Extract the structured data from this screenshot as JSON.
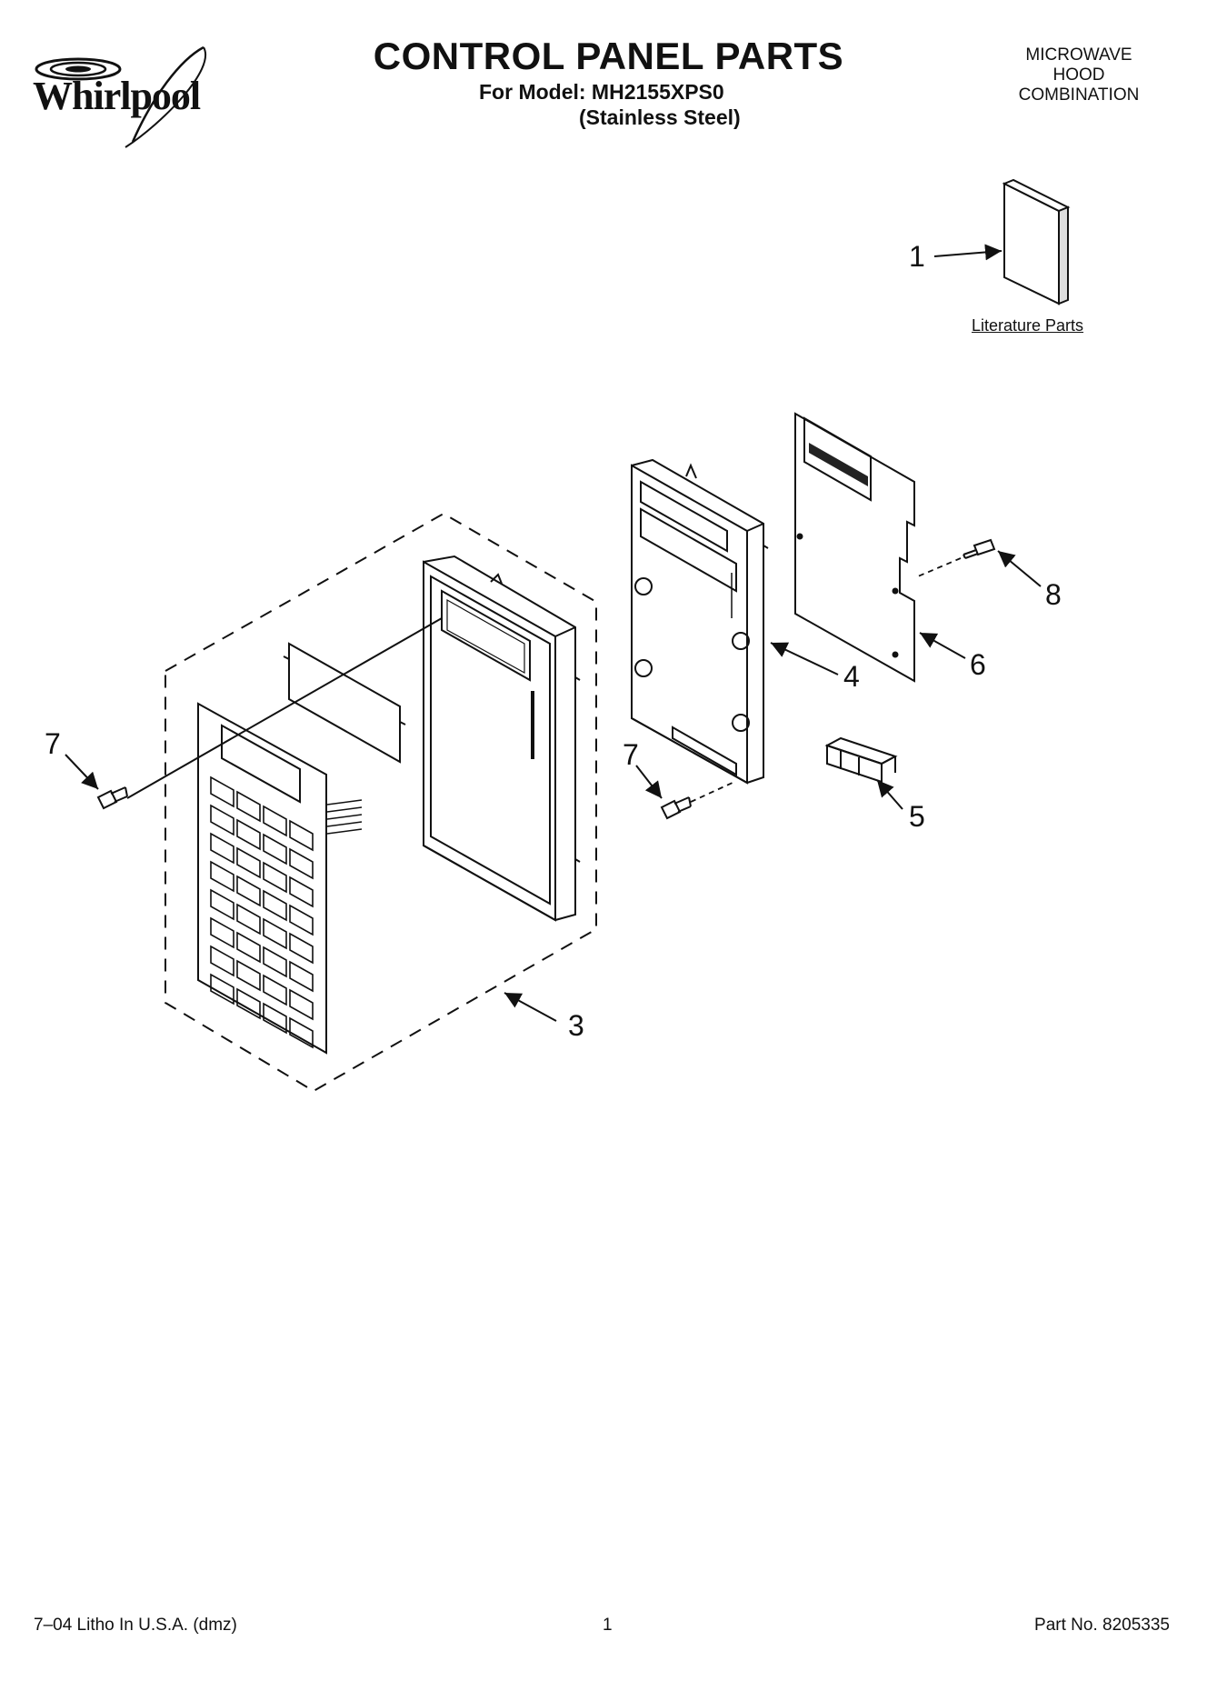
{
  "header": {
    "brand": "Whirlpool",
    "title": "CONTROL PANEL PARTS",
    "model_line": "For Model: MH2155XPS0",
    "finish_line": "(Stainless Steel)",
    "product_type": [
      "MICROWAVE",
      "HOOD",
      "COMBINATION"
    ]
  },
  "diagram": {
    "literature_label": "Literature Parts",
    "callouts": {
      "c1": "1",
      "c3": "3",
      "c4": "4",
      "c5": "5",
      "c6": "6",
      "c7a": "7",
      "c7b": "7",
      "c8": "8"
    }
  },
  "footer": {
    "litho": "7–04 Litho In U.S.A. (dmz)",
    "page": "1",
    "part_no": "Part No. 8205335"
  }
}
